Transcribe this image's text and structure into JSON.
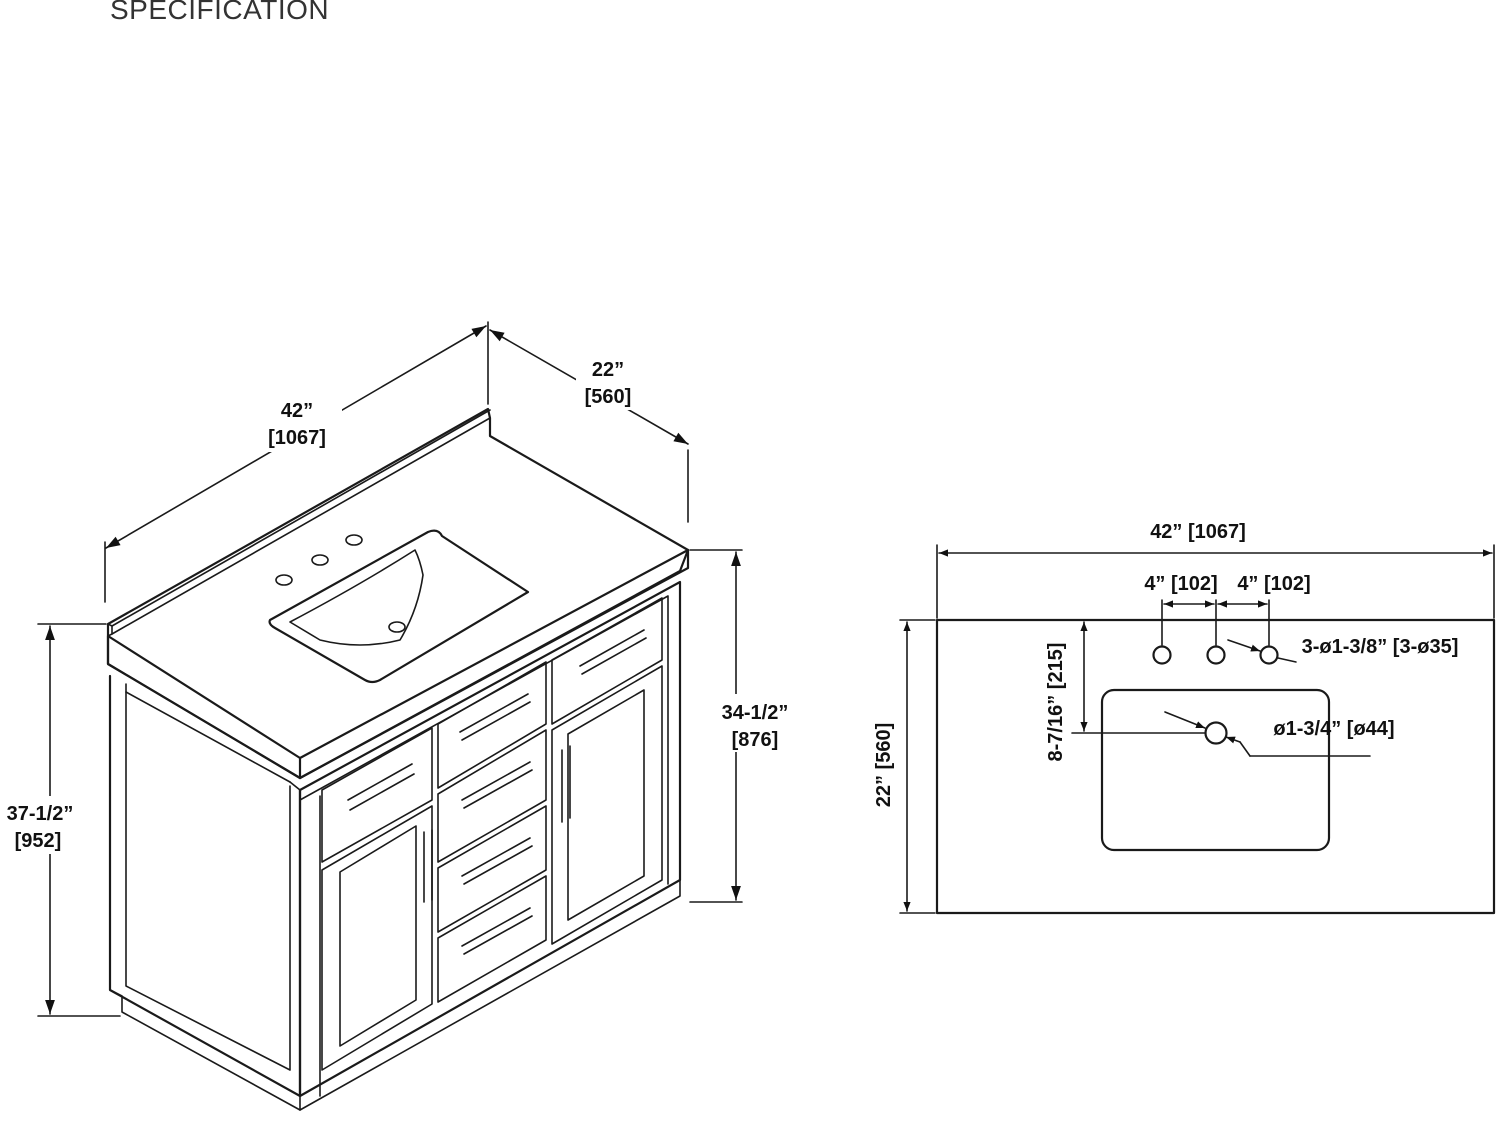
{
  "header": {
    "title": "SPECIFICATION"
  },
  "iso_view": {
    "width_in": "42”",
    "width_mm": "[1067]",
    "depth_in": "22”",
    "depth_mm": "[560]",
    "cabinet_height_in": "34-1/2”",
    "cabinet_height_mm": "[876]",
    "total_height_in": "37-1/2”",
    "total_height_mm": "[952]"
  },
  "top_view": {
    "width_label": "42” [1067]",
    "depth_label": "22” [560]",
    "spacing_left": "4” [102]",
    "spacing_right": "4” [102]",
    "faucet_holes": "3-ø1-3/8” [3-ø35]",
    "drain_hole": "ø1-3/4” [ø44]",
    "hole_to_center": "8-7/16” [215]"
  }
}
